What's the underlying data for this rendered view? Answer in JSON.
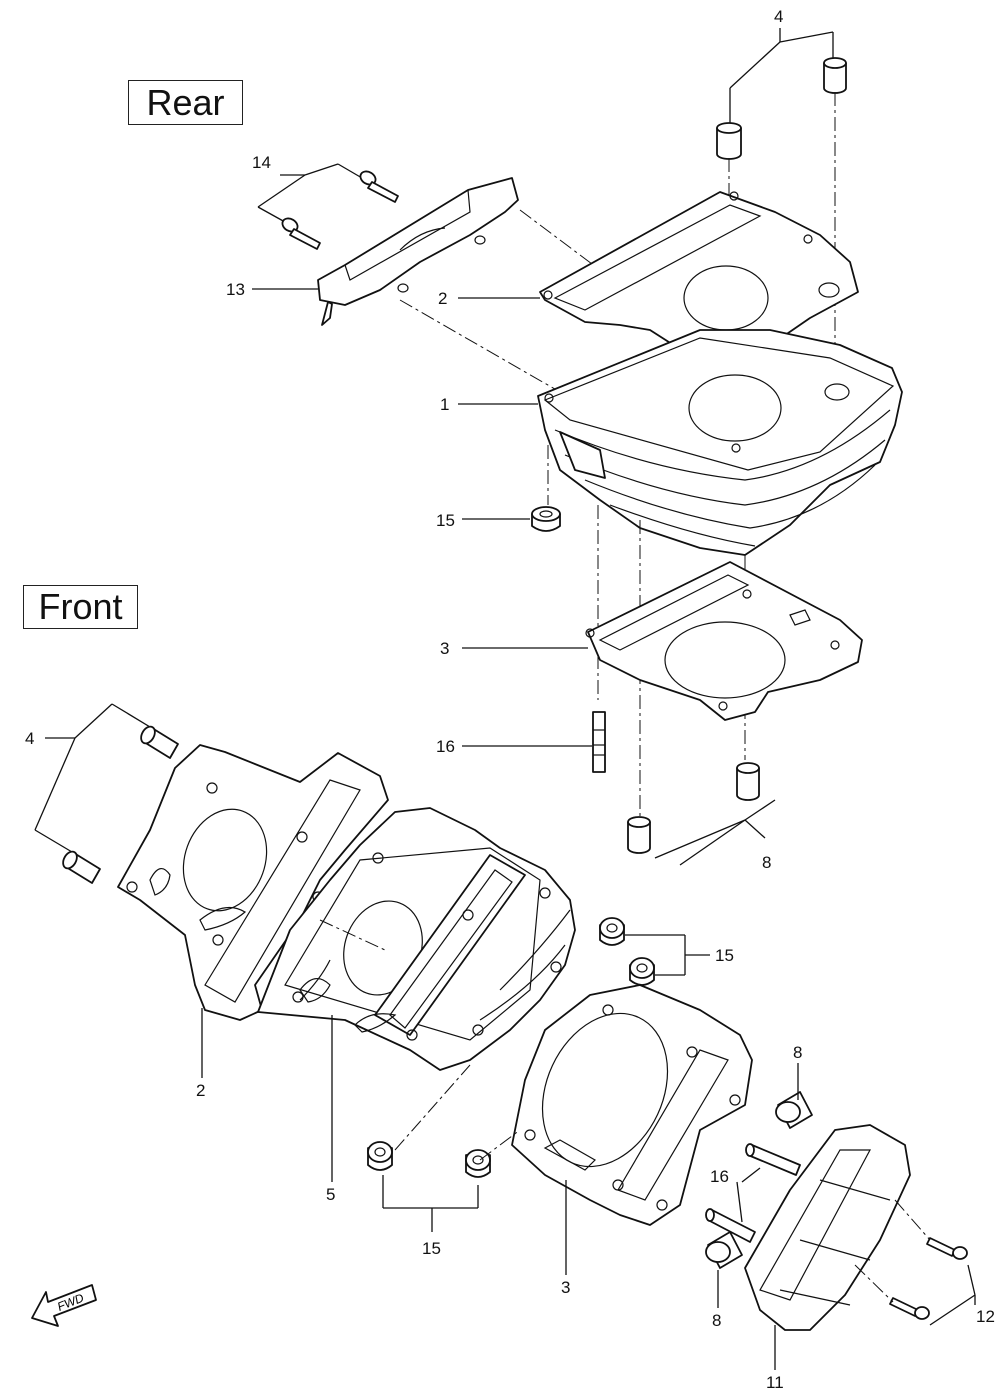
{
  "views": {
    "rear_label": "Rear",
    "front_label": "Front",
    "fwd_label": "FWD"
  },
  "callouts": {
    "c4_top": "4",
    "c14": "14",
    "c13": "13",
    "c2_top": "2",
    "c1": "1",
    "c15_top": "15",
    "c3_top": "3",
    "c16_top": "16",
    "c8_top": "8",
    "c4_left": "4",
    "c15_mid": "15",
    "c8_mid": "8",
    "c2_bot": "2",
    "c5": "5",
    "c16_bot": "16",
    "c15_bot": "15",
    "c3_bot": "3",
    "c12": "12",
    "c8_bot": "8",
    "c11": "11"
  }
}
